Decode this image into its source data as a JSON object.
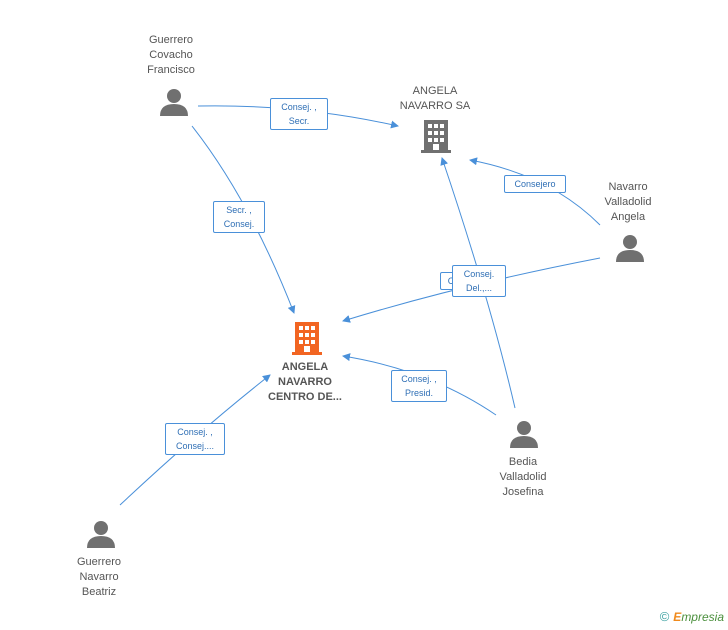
{
  "nodes": {
    "guerrero_covacho": {
      "label": "Guerrero\nCovacho\nFrancisco"
    },
    "angela_sa": {
      "label": "ANGELA\nNAVARRO SA"
    },
    "navarro_valladolid": {
      "label": "Navarro\nValladolid\nAngela"
    },
    "angela_centro": {
      "label": "ANGELA\nNAVARRO\nCENTRO DE..."
    },
    "bedia": {
      "label": "Bedia\nValladolid\nJosefina"
    },
    "guerrero_navarro": {
      "label": "Guerrero\nNavarro\nBeatriz"
    }
  },
  "edges": {
    "e1": {
      "label": "Consej. ,\nSecr."
    },
    "e2": {
      "label": "Secr. ,\nConsej."
    },
    "e3": {
      "label": "Consejero"
    },
    "e4": {
      "label": "C"
    },
    "e5": {
      "label": "Consej.\nDel.,..."
    },
    "e6": {
      "label": "Consej. ,\nPresid."
    },
    "e7": {
      "label": "Consej. ,\nConsej...."
    }
  },
  "colors": {
    "edge": "#4a90d9",
    "person": "#707070",
    "company": "#707070",
    "main_company": "#f26522"
  },
  "footer": {
    "copyright": "©",
    "brand_initial": "E",
    "brand_rest": "mpresia"
  }
}
